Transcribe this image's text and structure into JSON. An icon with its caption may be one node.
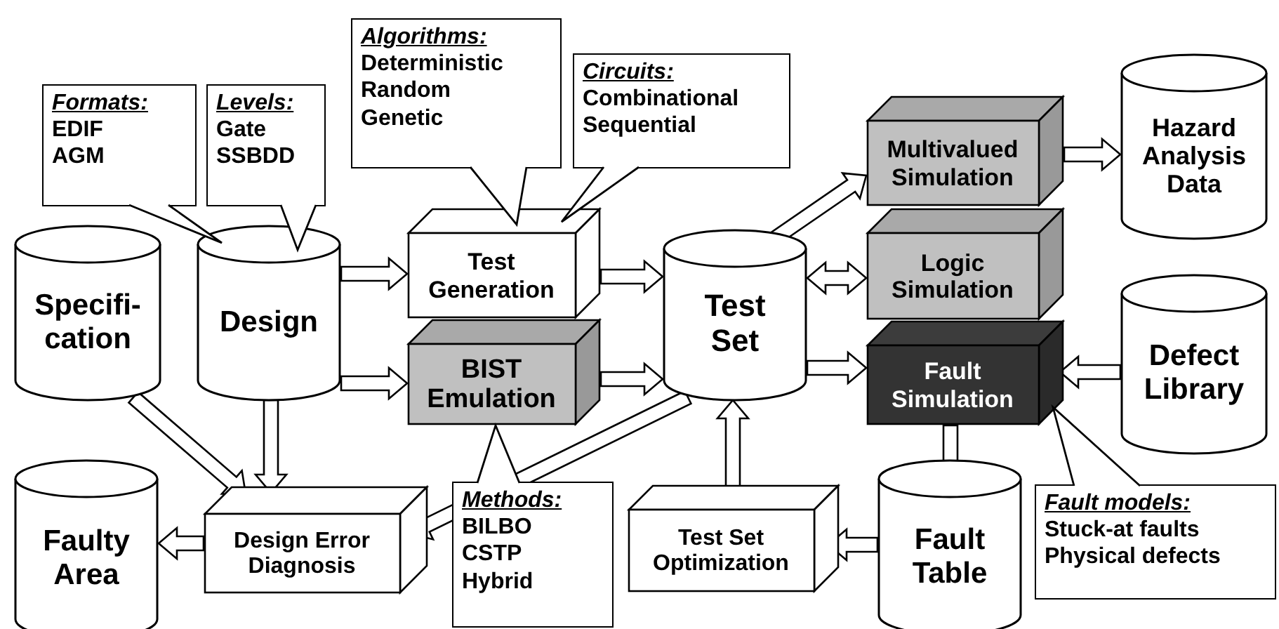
{
  "diagram": {
    "nodes": [
      {
        "text": [
          "Specifi-cation"
        ]
      },
      {
        "text": [
          "Design"
        ]
      },
      {
        "text": [
          "Formats:",
          "EDIF",
          "AGM"
        ]
      },
      {
        "text": [
          "Levels:",
          "Gate",
          "SSBDD"
        ]
      },
      {
        "text": [
          "Algorithms:",
          "Deterministic",
          "Random",
          "Genetic"
        ]
      },
      {
        "text": [
          "Circuits:",
          "Combinational",
          "Sequential"
        ]
      },
      {
        "text": [
          "Test Generation"
        ]
      },
      {
        "text": [
          "BIST Emulation"
        ]
      },
      {
        "text": [
          "Test Set"
        ]
      },
      {
        "text": [
          "Multivalued Simulation"
        ]
      },
      {
        "text": [
          "Hazard Analysis Data"
        ]
      },
      {
        "text": [
          "Logic Simulation"
        ]
      },
      {
        "text": [
          "Fault Simulation"
        ]
      },
      {
        "text": [
          "Defect Library"
        ]
      },
      {
        "text": [
          "Fault models:",
          "Stuck-at faults",
          "Physical defects"
        ]
      },
      {
        "text": [
          "Faulty Area"
        ]
      },
      {
        "text": [
          "Design Error Diagnosis"
        ]
      },
      {
        "text": [
          "Methods:",
          "BILBO",
          "CSTP",
          "Hybrid"
        ]
      },
      {
        "text": [
          "Test Set Optimization"
        ]
      },
      {
        "text": [
          "Fault Table"
        ]
      }
    ],
    "edges": [
      {
        "from": 1,
        "to": 6,
        "arrow": "to"
      },
      {
        "from": 1,
        "to": 7,
        "arrow": "to"
      },
      {
        "from": 6,
        "to": 8,
        "arrow": "to"
      },
      {
        "from": 7,
        "to": 8,
        "arrow": "to"
      },
      {
        "from": 8,
        "to": 9,
        "arrow": "to"
      },
      {
        "from": 8,
        "to": 11,
        "arrow": "both"
      },
      {
        "from": 8,
        "to": 12,
        "arrow": "to"
      },
      {
        "from": 9,
        "to": 10,
        "arrow": "to"
      },
      {
        "from": 13,
        "to": 12,
        "arrow": "to"
      },
      {
        "from": 12,
        "to": 19,
        "arrow": "to"
      },
      {
        "from": 19,
        "to": 18,
        "arrow": "to"
      },
      {
        "from": 18,
        "to": 8,
        "arrow": "to"
      },
      {
        "from": 0,
        "to": 16,
        "arrow": "to"
      },
      {
        "from": 1,
        "to": 16,
        "arrow": "to"
      },
      {
        "from": 16,
        "to": 15,
        "arrow": "to"
      },
      {
        "from": 8,
        "to": 16,
        "arrow": "to"
      }
    ]
  }
}
